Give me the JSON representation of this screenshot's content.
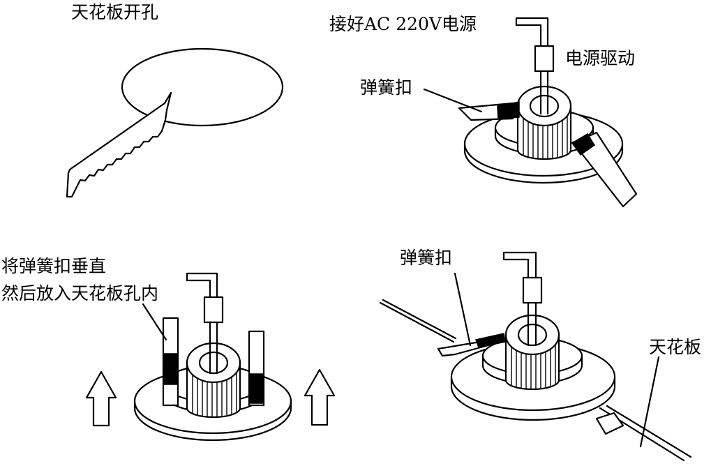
{
  "labels": {
    "ceiling_hole": "天花板开孔",
    "connect_power": "接好AC 220V电源",
    "power_driver": "电源驱动",
    "spring_clip_top": "弹簧扣",
    "insert_line1": "将弹簧扣垂直",
    "insert_line2": "然后放入天花板孔内",
    "spring_clip_bottom": "弹簧扣",
    "ceiling_panel": "天花板"
  }
}
